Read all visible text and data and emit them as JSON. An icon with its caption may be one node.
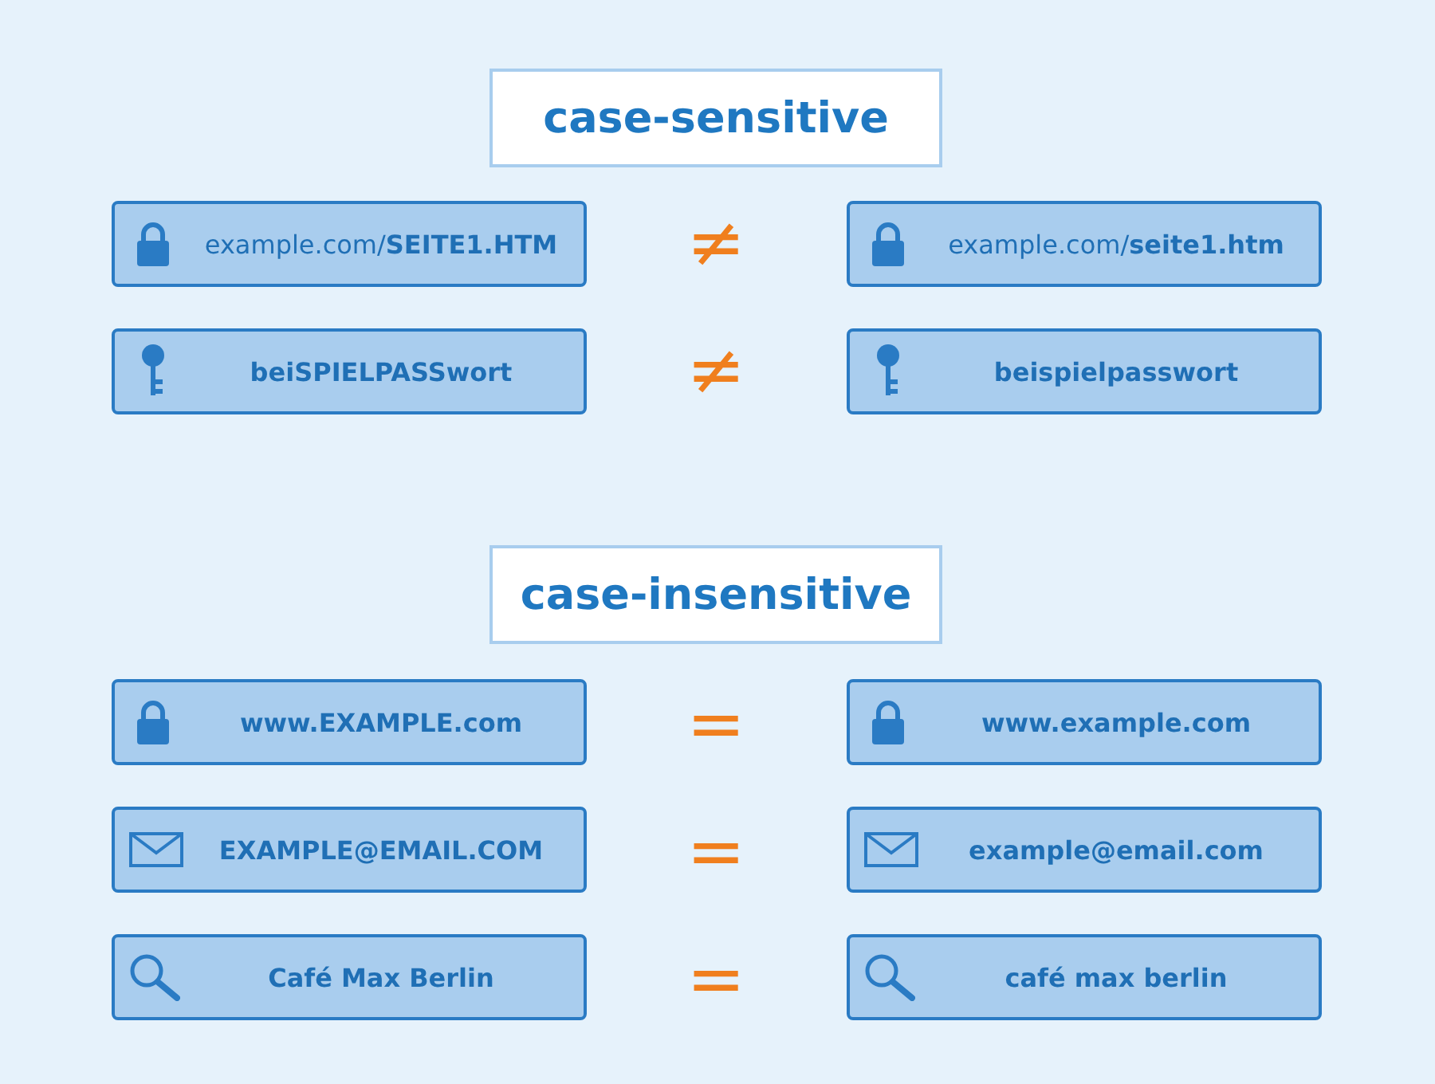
{
  "diagram": {
    "nodes": [
      {
        "text": [
          "case-sensitive"
        ]
      },
      {
        "text": [
          "example.com/**SEITE1.HTM**"
        ]
      },
      {
        "text": [
          "example.com/**seite1.htm**"
        ]
      },
      {
        "text": [
          "beiSPIELPASSwort"
        ]
      },
      {
        "text": [
          "beispielpasswort"
        ]
      },
      {
        "text": [
          "case-insensitive"
        ]
      },
      {
        "text": [
          "www.EXAMPLE.com"
        ]
      },
      {
        "text": [
          "www.example.com"
        ]
      },
      {
        "text": [
          "EXAMPLE@EMAIL.COM"
        ]
      },
      {
        "text": [
          "example@email.com"
        ]
      },
      {
        "text": [
          "Café Max Berlin"
        ]
      },
      {
        "text": [
          "café max berlin"
        ]
      }
    ],
    "labels": [
      "≠",
      "≠",
      "=",
      "=",
      "="
    ]
  }
}
